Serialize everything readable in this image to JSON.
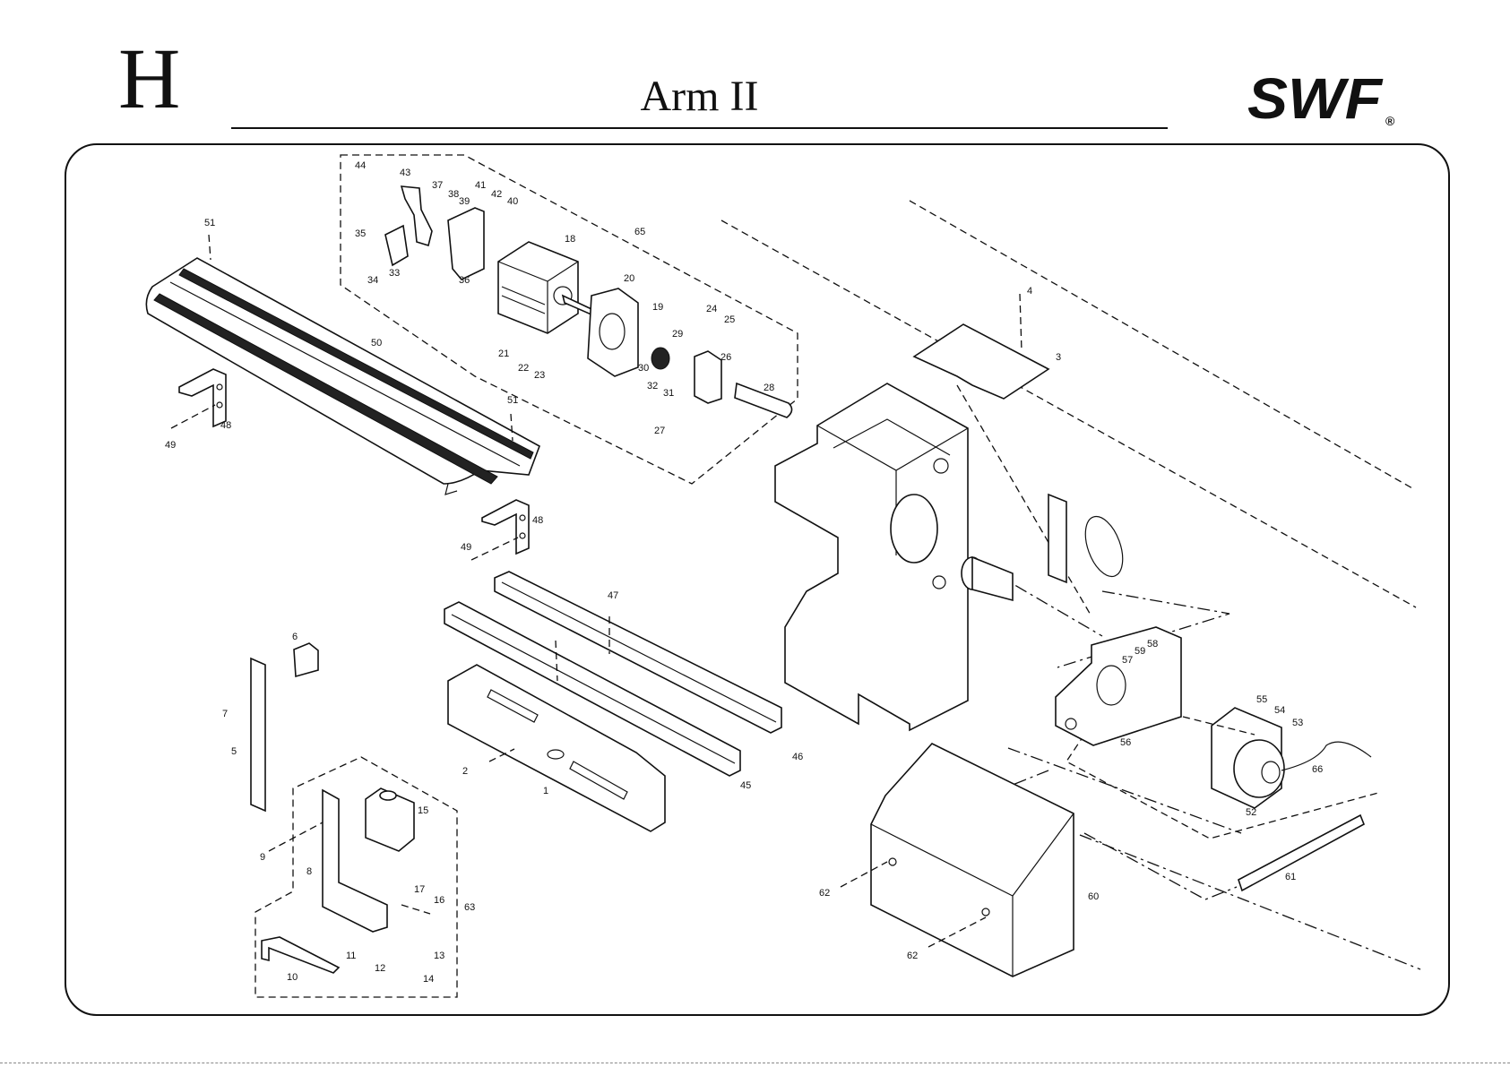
{
  "header": {
    "section_letter": "H",
    "title": "Arm II"
  },
  "logo": {
    "text": "SWF",
    "registered_mark": "®"
  },
  "colors": {
    "ink": "#111111",
    "background": "#ffffff"
  },
  "callouts": {
    "c1": "1",
    "c2": "2",
    "c3": "3",
    "c4": "4",
    "c5": "5",
    "c6": "6",
    "c7": "7",
    "c8": "8",
    "c9": "9",
    "c10": "10",
    "c11": "11",
    "c12": "12",
    "c13": "13",
    "c14": "14",
    "c15": "15",
    "c16": "16",
    "c17": "17",
    "c18": "18",
    "c19": "19",
    "c20": "20",
    "c21": "21",
    "c22": "22",
    "c23": "23",
    "c24": "24",
    "c25": "25",
    "c26": "26",
    "c27": "27",
    "c28": "28",
    "c29": "29",
    "c30": "30",
    "c31": "31",
    "c32": "32",
    "c33": "33",
    "c34": "34",
    "c35": "35",
    "c36": "36",
    "c37": "37",
    "c38": "38",
    "c39": "39",
    "c40": "40",
    "c41": "41",
    "c42": "42",
    "c43": "43",
    "c44": "44",
    "c45": "45",
    "c46": "46",
    "c47": "47",
    "c48": "48",
    "c49": "49",
    "c50": "50",
    "c51": "51",
    "c52": "52",
    "c53": "53",
    "c54": "54",
    "c55": "55",
    "c56": "56",
    "c57": "57",
    "c58": "58",
    "c59": "59",
    "c60": "60",
    "c61": "61",
    "c62": "62",
    "c63": "63",
    "c65": "65",
    "c66": "66"
  }
}
